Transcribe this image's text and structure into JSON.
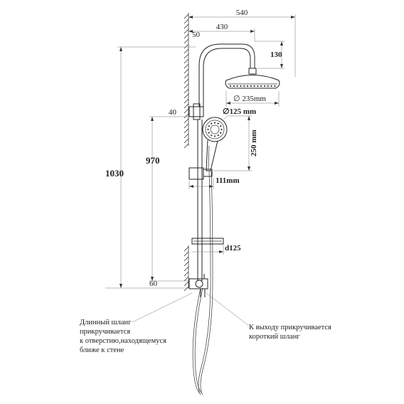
{
  "dimensions": {
    "width_total": "540",
    "width_arm": "430",
    "wall_offset_top": "50",
    "arm_drop": "130",
    "head_diameter": "∅ 235mm",
    "bracket_offset": "40",
    "hand_shower_diameter": "∅125 mm",
    "hand_shower_length": "250 mm",
    "hand_shower_reach": "111mm",
    "height_total": "1030",
    "height_bar": "970",
    "shelf_diameter": "d125",
    "bottom_offset": "60"
  },
  "notes": {
    "left": [
      "Длинный шланг",
      "прикручивается",
      "к отверстию,находящемуся",
      "ближе к стене"
    ],
    "right": [
      "К выходу прикручивается",
      "короткий шланг"
    ]
  }
}
